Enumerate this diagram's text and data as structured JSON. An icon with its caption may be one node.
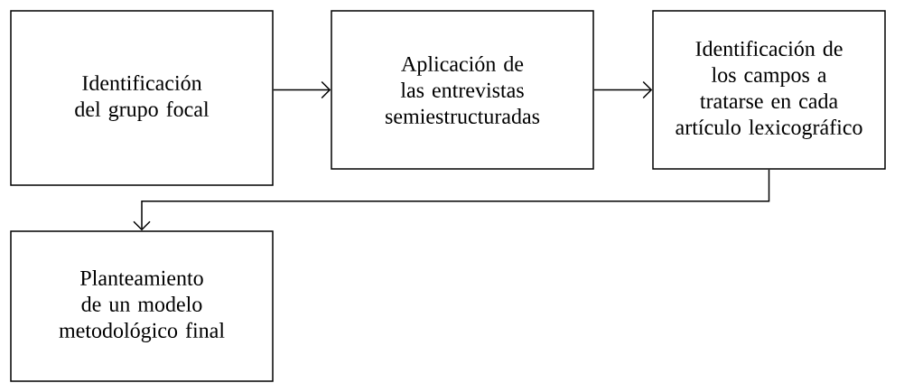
{
  "diagram": {
    "nodes": [
      {
        "text": [
          "Identificación del grupo focal"
        ]
      },
      {
        "text": [
          "Aplicación de las entrevistas semiestructuradas"
        ]
      },
      {
        "text": [
          "Identificación de los campos a tratarse en cada artículo lexicográfico"
        ]
      },
      {
        "text": [
          "Planteamiento de un modelo metodológico final"
        ]
      }
    ],
    "edges": [
      {
        "from": 0,
        "to": 1,
        "arrow": "to"
      },
      {
        "from": 1,
        "to": 2,
        "arrow": "to"
      },
      {
        "from": 2,
        "to": 3,
        "arrow": "to"
      }
    ]
  }
}
